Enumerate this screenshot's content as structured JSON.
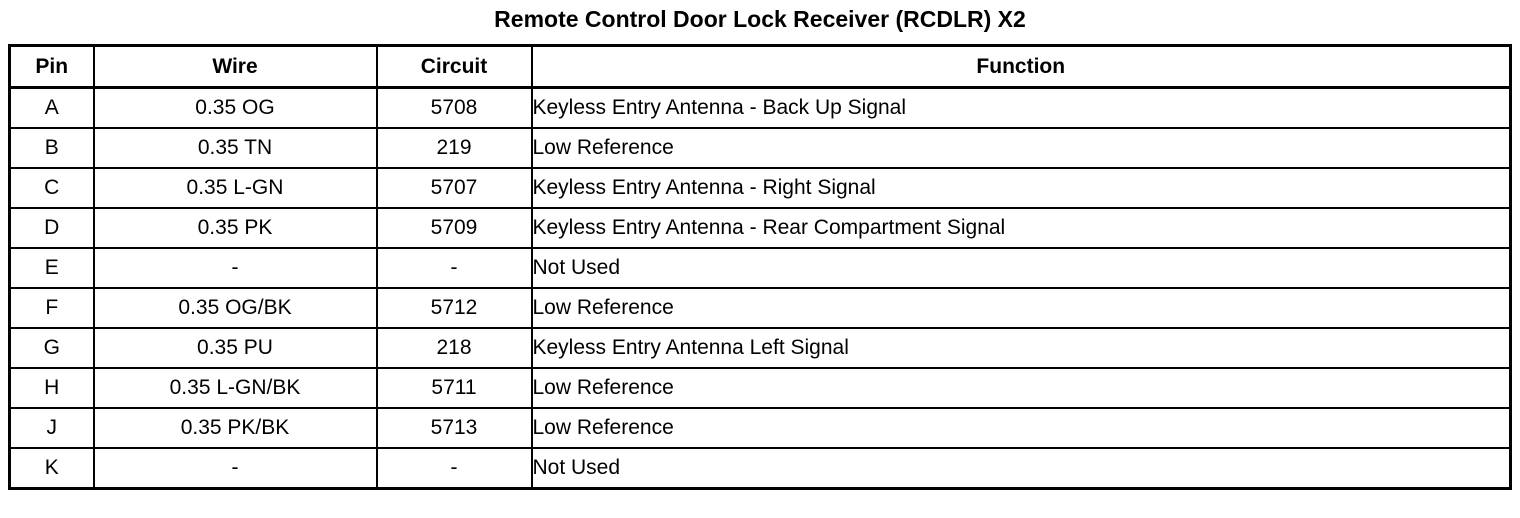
{
  "title": "Remote Control Door Lock Receiver (RCDLR) X2",
  "table": {
    "columns": [
      "Pin",
      "Wire",
      "Circuit",
      "Function"
    ],
    "rows": [
      {
        "pin": "A",
        "wire": "0.35 OG",
        "circuit": "5708",
        "function": "Keyless Entry Antenna - Back Up Signal"
      },
      {
        "pin": "B",
        "wire": "0.35 TN",
        "circuit": "219",
        "function": "Low Reference"
      },
      {
        "pin": "C",
        "wire": "0.35 L-GN",
        "circuit": "5707",
        "function": "Keyless Entry Antenna - Right Signal"
      },
      {
        "pin": "D",
        "wire": "0.35 PK",
        "circuit": "5709",
        "function": "Keyless Entry Antenna - Rear Compartment Signal"
      },
      {
        "pin": "E",
        "wire": "-",
        "circuit": "-",
        "function": "Not Used"
      },
      {
        "pin": "F",
        "wire": "0.35 OG/BK",
        "circuit": "5712",
        "function": "Low Reference"
      },
      {
        "pin": "G",
        "wire": "0.35 PU",
        "circuit": "218",
        "function": "Keyless Entry Antenna Left Signal"
      },
      {
        "pin": "H",
        "wire": "0.35 L-GN/BK",
        "circuit": "5711",
        "function": "Low Reference"
      },
      {
        "pin": "J",
        "wire": "0.35 PK/BK",
        "circuit": "5713",
        "function": "Low Reference"
      },
      {
        "pin": "K",
        "wire": "-",
        "circuit": "-",
        "function": "Not Used"
      }
    ]
  }
}
